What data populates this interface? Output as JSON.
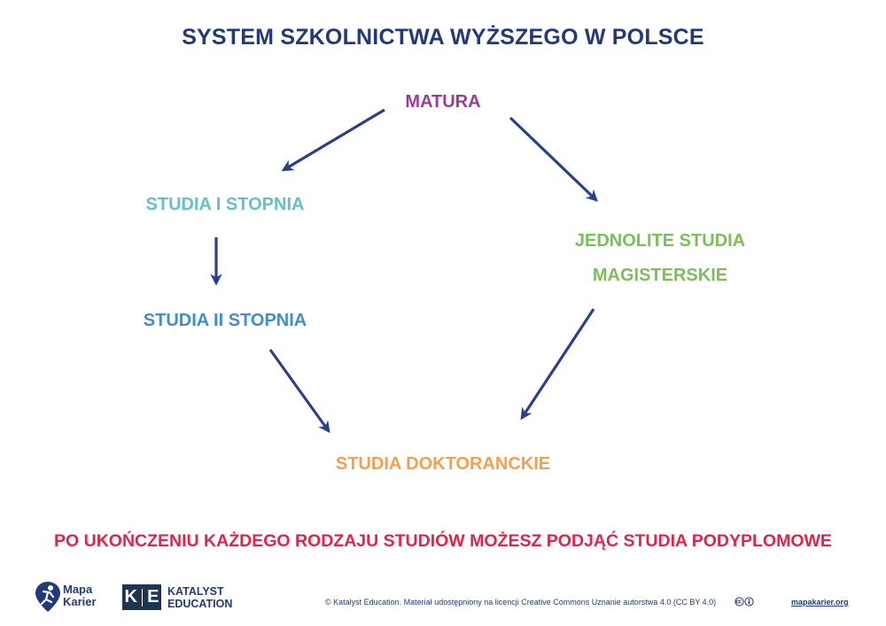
{
  "title": "SYSTEM SZKOLNICTWA WYŻSZEGO W POLSCE",
  "nodes": {
    "matura": "MATURA",
    "studia_1": "STUDIA I STOPNIA",
    "studia_2": "STUDIA II STOPNIA",
    "jednolite_line1": "JEDNOLITE STUDIA",
    "jednolite_line2": "MAGISTERSKIE",
    "doktoranckie": "STUDIA DOKTORANCKIE"
  },
  "note": "PO UKOŃCZENIU KAŻDEGO RODZAJU STUDIÓW MOŻESZ PODJĄĆ STUDIA PODYPLOMOWE",
  "footer": {
    "mapa_logo_line1": "Mapa",
    "mapa_logo_line2": "Karier",
    "katalyst_logo_line1": "KATALYST",
    "katalyst_logo_line2": "EDUCATION",
    "katalyst_mark_k": "K",
    "katalyst_mark_e": "E",
    "credit": "© Katalyst Education. Materiał udostępniony na licencji Creative Commons Uznanie autorstwa 4.0 (CC BY 4.0)",
    "site": "mapakarier.org"
  },
  "colors": {
    "title": "#22397a",
    "arrow": "#2b3f8f",
    "matura": "#9b3c97",
    "studia_1": "#62c1ca",
    "studia_2": "#3f8fcd",
    "jednolite": "#7cbf5a",
    "doktoranckie": "#f5a04d",
    "note": "#e2234c"
  },
  "icons": [
    "cc-icon",
    "by-icon",
    "mapa-karier-pin-icon"
  ]
}
